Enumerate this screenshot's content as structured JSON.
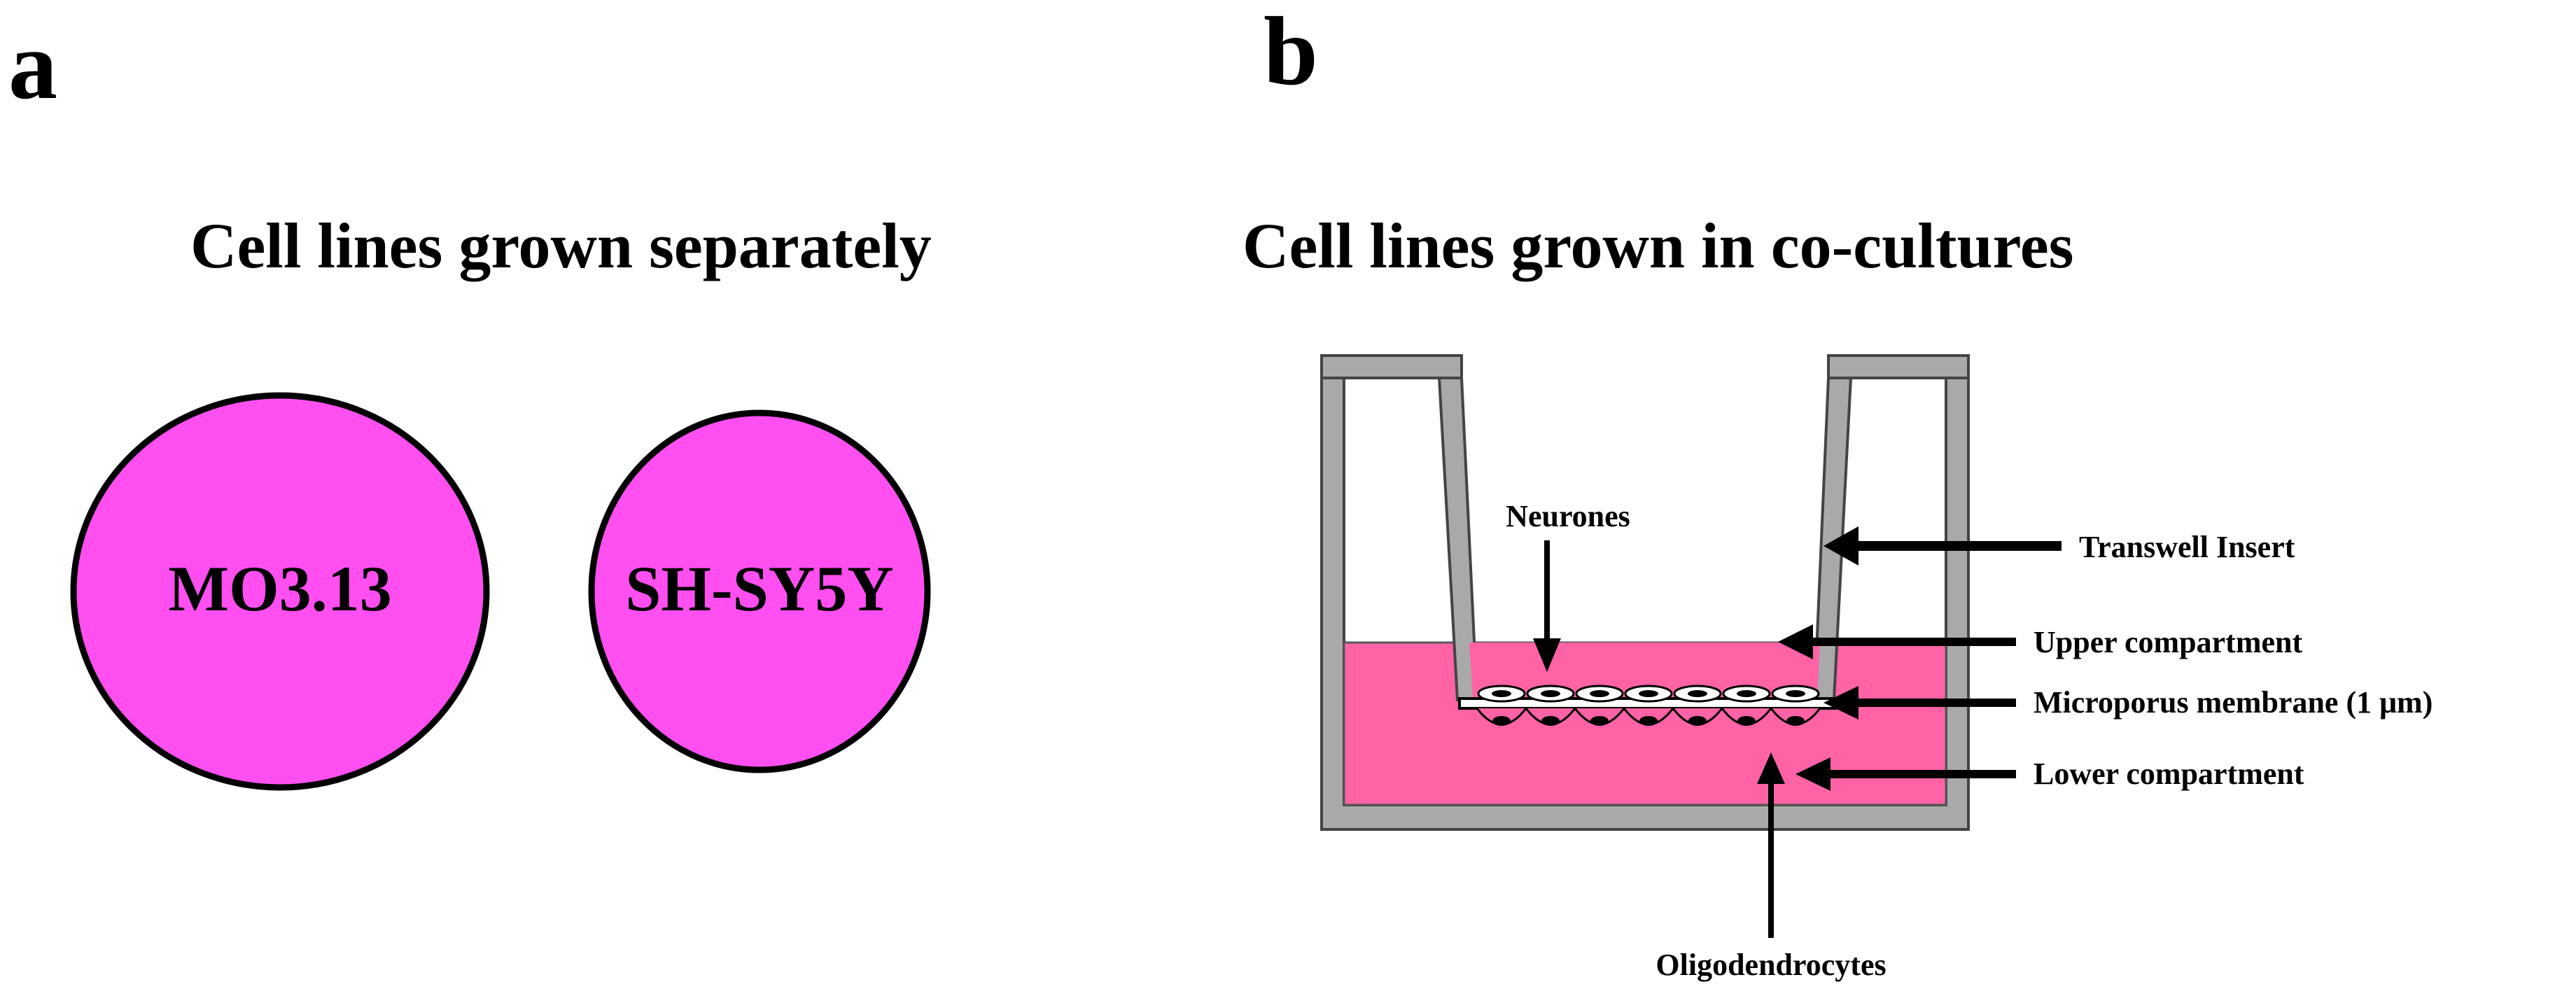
{
  "panel_a": {
    "letter": "a",
    "title": "Cell lines grown separately",
    "cells": [
      {
        "label": "MO3.13"
      },
      {
        "label": "SH-SY5Y"
      }
    ]
  },
  "panel_b": {
    "letter": "b",
    "title": "Cell lines grown in co-cultures",
    "labels": {
      "neurones": "Neurones",
      "transwell_insert": "Transwell Insert",
      "upper_compartment": "Upper compartment",
      "membrane": "Microporus membrane (1 μm)",
      "lower_compartment": "Lower compartment",
      "oligodendrocytes": "Oligodendrocytes"
    }
  },
  "colors": {
    "cell_fill": "#ff4ff0",
    "medium_fill": "#ff63a6",
    "well_wall": "#a9a9a9",
    "outline": "#000000"
  }
}
